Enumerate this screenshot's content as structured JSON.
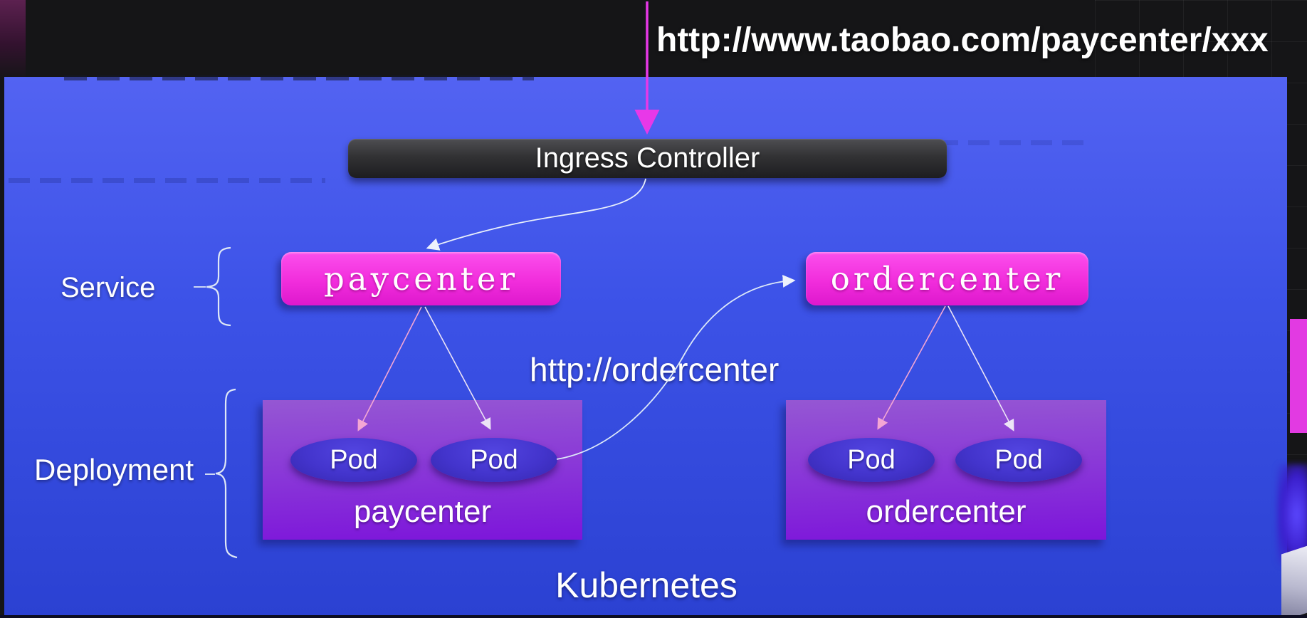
{
  "banner": {
    "url": "http://www.taobao.com/paycenter/xxx"
  },
  "ingress": {
    "label": "Ingress Controller"
  },
  "groups": {
    "service_label": "Service",
    "deployment_label": "Deployment"
  },
  "services": [
    {
      "name": "paycenter"
    },
    {
      "name": "ordercenter"
    }
  ],
  "deployments": [
    {
      "name": "paycenter",
      "pods": [
        "Pod",
        "Pod"
      ]
    },
    {
      "name": "ordercenter",
      "pods": [
        "Pod",
        "Pod"
      ]
    }
  ],
  "annotations": {
    "internal_call": "http://ordercenter",
    "platform_label": "Kubernetes"
  },
  "colors": {
    "panel_blue_top": "#5363f2",
    "panel_blue_bottom": "#2b41d2",
    "service_box_pink": "#f12ddc",
    "deployment_box_purple": "#8834d8",
    "pod_indigo": "#4334cc",
    "ingress_bar_dark": "#2a2a2c",
    "magenta_arrow": "#e838e8",
    "backdrop_black": "#151517"
  }
}
